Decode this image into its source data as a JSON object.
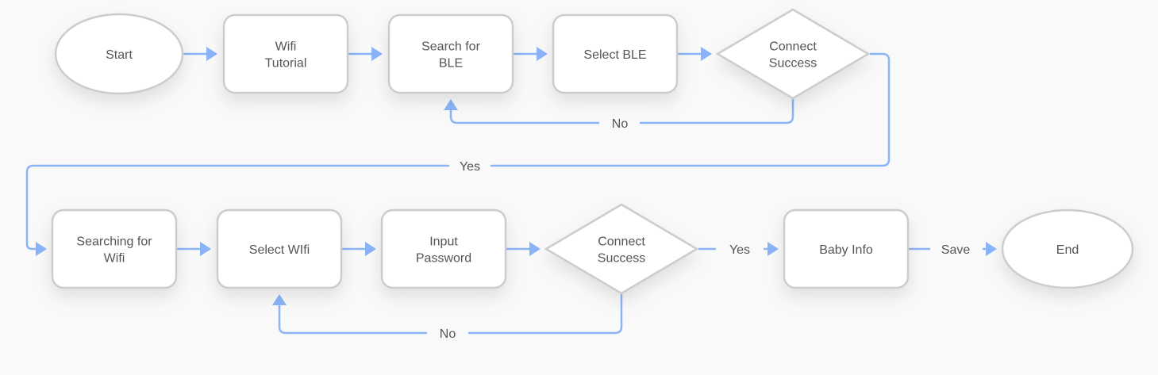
{
  "nodes": [
    {
      "id": "start",
      "type": "ellipse",
      "lines": [
        "Start"
      ]
    },
    {
      "id": "wifi-tutorial",
      "type": "process",
      "lines": [
        "Wifi",
        "Tutorial"
      ]
    },
    {
      "id": "search-ble",
      "type": "process",
      "lines": [
        "Search for",
        "BLE"
      ]
    },
    {
      "id": "select-ble",
      "type": "process",
      "lines": [
        "Select BLE"
      ]
    },
    {
      "id": "connect-success-1",
      "type": "decision",
      "lines": [
        "Connect",
        "Success"
      ]
    },
    {
      "id": "searching-wifi",
      "type": "process",
      "lines": [
        "Searching for",
        "Wifi"
      ]
    },
    {
      "id": "select-wifi",
      "type": "process",
      "lines": [
        "Select WIfi"
      ]
    },
    {
      "id": "input-password",
      "type": "process",
      "lines": [
        "Input",
        "Password"
      ]
    },
    {
      "id": "connect-success-2",
      "type": "decision",
      "lines": [
        "Connect",
        "Success"
      ]
    },
    {
      "id": "baby-info",
      "type": "process",
      "lines": [
        "Baby Info"
      ]
    },
    {
      "id": "end",
      "type": "ellipse",
      "lines": [
        "End"
      ]
    }
  ],
  "edges": [
    {
      "from": "start",
      "to": "wifi-tutorial",
      "label": ""
    },
    {
      "from": "wifi-tutorial",
      "to": "search-ble",
      "label": ""
    },
    {
      "from": "search-ble",
      "to": "select-ble",
      "label": ""
    },
    {
      "from": "select-ble",
      "to": "connect-success-1",
      "label": ""
    },
    {
      "from": "connect-success-1",
      "to": "search-ble",
      "label": "No"
    },
    {
      "from": "connect-success-1",
      "to": "searching-wifi",
      "label": "Yes"
    },
    {
      "from": "searching-wifi",
      "to": "select-wifi",
      "label": ""
    },
    {
      "from": "select-wifi",
      "to": "input-password",
      "label": ""
    },
    {
      "from": "input-password",
      "to": "connect-success-2",
      "label": ""
    },
    {
      "from": "connect-success-2",
      "to": "select-wifi",
      "label": "No"
    },
    {
      "from": "connect-success-2",
      "to": "baby-info",
      "label": "Yes"
    },
    {
      "from": "baby-info",
      "to": "end",
      "label": "Save"
    }
  ],
  "colors": {
    "edge": "#8ab4f8",
    "shape_border": "#cccccc",
    "shape_fill": "#ffffff",
    "text": "#555555",
    "background": "#f9f9f9"
  }
}
